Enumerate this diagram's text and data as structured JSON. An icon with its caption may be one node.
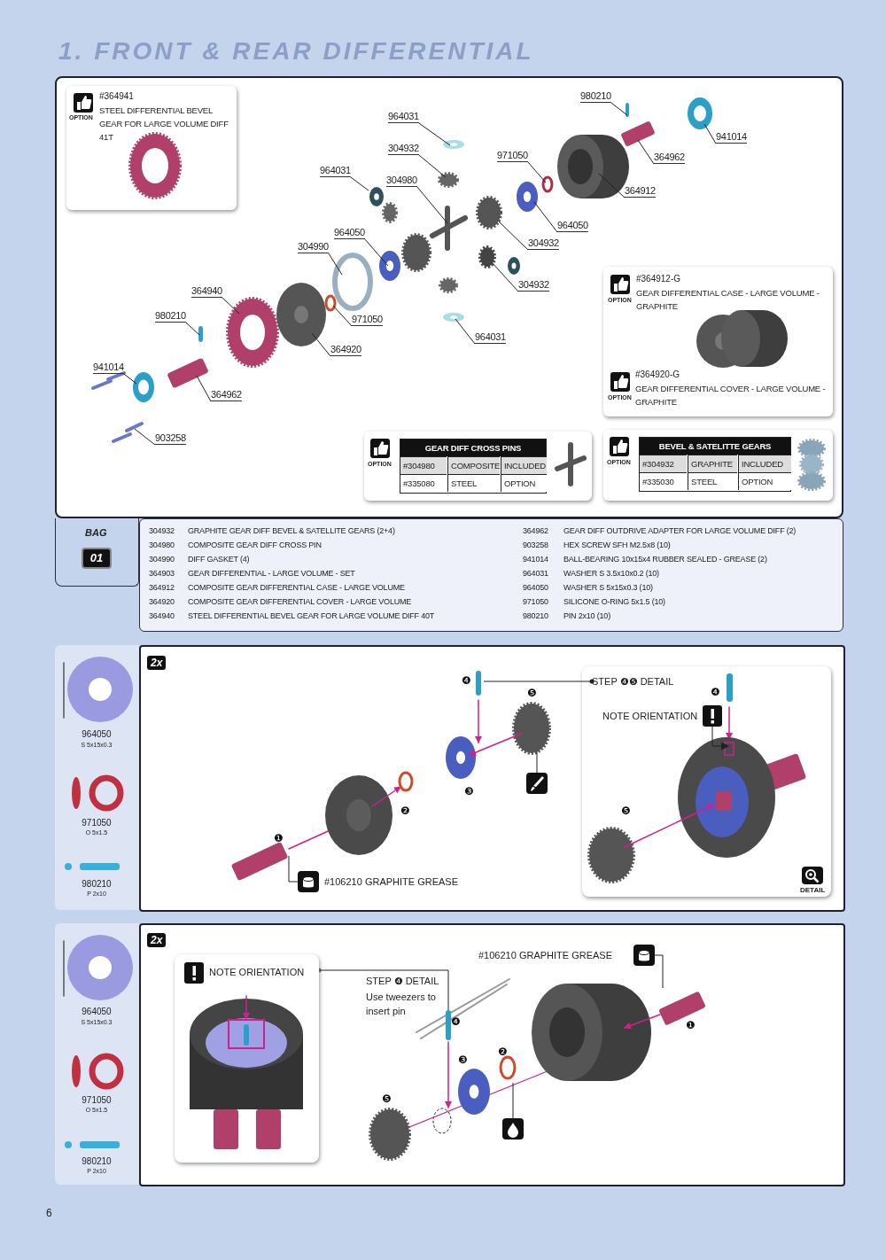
{
  "diagram": {
    "title": "1. FRONT & REAR DIFFERENTIAL",
    "nodes": [
      {
        "text": [
          "OPTION",
          "#364941",
          "STEEL DIFFERENTIAL BEVEL GEAR FOR LARGE VOLUME DIFF 41T"
        ]
      },
      {
        "text": [
          "OPTION",
          "#364912-G",
          "GEAR DIFFERENTIAL CASE - LARGE VOLUME - GRAPHITE",
          "OPTION",
          "#364920-G",
          "GEAR DIFFERENTIAL COVER - LARGE VOLUME - GRAPHITE"
        ]
      },
      {
        "text": [
          "OPTION",
          "GEAR DIFF CROSS PINS",
          "#304980",
          "COMPOSITE",
          "INCLUDED",
          "#335080",
          "STEEL",
          "OPTION"
        ]
      },
      {
        "text": [
          "OPTION",
          "BEVEL & SATELITTE GEARS",
          "#304932",
          "GRAPHITE",
          "INCLUDED",
          "#335030",
          "STEEL",
          "OPTION"
        ]
      },
      {
        "text": [
          "980210"
        ]
      },
      {
        "text": [
          "941014"
        ]
      },
      {
        "text": [
          "964031"
        ]
      },
      {
        "text": [
          "304932"
        ]
      },
      {
        "text": [
          "971050"
        ]
      },
      {
        "text": [
          "364962"
        ]
      },
      {
        "text": [
          "364912"
        ]
      },
      {
        "text": [
          "964031"
        ]
      },
      {
        "text": [
          "304980"
        ]
      },
      {
        "text": [
          "964050"
        ]
      },
      {
        "text": [
          "304932"
        ]
      },
      {
        "text": [
          "964050"
        ]
      },
      {
        "text": [
          "304990"
        ]
      },
      {
        "text": [
          "304932"
        ]
      },
      {
        "text": [
          "364940"
        ]
      },
      {
        "text": [
          "971050"
        ]
      },
      {
        "text": [
          "964031"
        ]
      },
      {
        "text": [
          "980210"
        ]
      },
      {
        "text": [
          "364920"
        ]
      },
      {
        "text": [
          "941014"
        ]
      },
      {
        "text": [
          "364962"
        ]
      },
      {
        "text": [
          "903258"
        ]
      },
      {
        "text": [
          "BAG",
          "01"
        ]
      },
      {
        "text": [
          "STEP ❹❺ DETAIL"
        ]
      },
      {
        "text": [
          "NOTE ORIENTATION"
        ]
      },
      {
        "text": [
          "#106210 GRAPHITE GREASE"
        ]
      },
      {
        "text": [],
        "shape": "picture"
      },
      {
        "text": [
          "NOTE ORIENTATION"
        ]
      },
      {
        "text": [
          "#106210 GRAPHITE GREASE"
        ]
      },
      {
        "text": [],
        "shape": "picture"
      },
      {
        "text": [],
        "shape": "picture"
      },
      {
        "text": [],
        "shape": "bar"
      },
      {
        "text": [],
        "shape": "box"
      }
    ],
    "edges": [
      {
        "from": 4,
        "to": null,
        "arrow": "none"
      },
      {
        "from": 5,
        "to": null,
        "arrow": "none"
      },
      {
        "from": 6,
        "to": null,
        "arrow": "none"
      },
      {
        "from": 7,
        "to": null,
        "arrow": "none"
      },
      {
        "from": 8,
        "to": null,
        "arrow": "none"
      },
      {
        "from": 9,
        "to": null,
        "arrow": "none"
      },
      {
        "from": 10,
        "to": null,
        "arrow": "none"
      },
      {
        "from": 11,
        "to": 34,
        "arrow": "none"
      },
      {
        "from": 12,
        "to": null,
        "arrow": "none"
      },
      {
        "from": 13,
        "to": null,
        "arrow": "none"
      },
      {
        "from": 14,
        "to": null,
        "arrow": "none"
      },
      {
        "from": 15,
        "to": null,
        "arrow": "none"
      },
      {
        "from": 16,
        "to": null,
        "arrow": "none"
      },
      {
        "from": 17,
        "to": null,
        "arrow": "none"
      },
      {
        "from": 18,
        "to": null,
        "arrow": "none"
      },
      {
        "from": 19,
        "to": null,
        "arrow": "none"
      },
      {
        "from": 20,
        "to": null,
        "arrow": "none"
      },
      {
        "from": 21,
        "to": null,
        "arrow": "none"
      },
      {
        "from": 22,
        "to": null,
        "arrow": "none"
      },
      {
        "from": 23,
        "to": null,
        "arrow": "none"
      },
      {
        "from": 24,
        "to": null,
        "arrow": "none"
      },
      {
        "from": 25,
        "to": null,
        "arrow": "none"
      },
      {
        "from": 27,
        "to": null,
        "arrow": "other"
      },
      {
        "from": 28,
        "to": null,
        "arrow": "to"
      },
      {
        "from": 29,
        "to": null,
        "arrow": "none"
      },
      {
        "from": 30,
        "to": null,
        "arrow": "none"
      },
      {
        "from": 31,
        "to": 35,
        "arrow": "other"
      },
      {
        "from": 32,
        "to": 36,
        "arrow": "none"
      },
      {
        "from": 33,
        "to": null,
        "arrow": "none"
      }
    ],
    "labels": [
      "304932",
      "GRAPHITE GEAR DIFF BEVEL & SATELLITE GEARS (2+4)",
      "364962",
      "GEAR DIFF OUTDRIVE ADAPTER FOR LARGE VOLUME DIFF (2)",
      "304980",
      "COMPOSITE GEAR DIFF CROSS PIN",
      "903258",
      "HEX SCREW SFH M2.5x8 (10)",
      "304990",
      "DIFF GASKET (4)",
      "941014",
      "BALL-BEARING 10x15x4 RUBBER SEALED - GREASE (2)",
      "364903",
      "GEAR DIFFERENTIAL - LARGE VOLUME - SET",
      "964031",
      "WASHER S 3.5x10x0.2 (10)",
      "364912",
      "COMPOSITE GEAR DIFFERENTIAL CASE - LARGE VOLUME",
      "964050",
      "WASHER S 5x15x0.3 (10)",
      "364920",
      "COMPOSITE GEAR DIFFERENTIAL COVER - LARGE VOLUME",
      "971050",
      "SILICONE O-RING 5x1.5 (10)",
      "364940",
      "STEEL DIFFERENTIAL BEVEL GEAR FOR LARGE VOLUME DIFF 40T",
      "980210",
      "PIN 2x10 (10)",
      "964050",
      "S 5x15x0.3",
      "971050",
      "O 5x1.5",
      "980210",
      "P 2x10",
      "2x",
      "❹",
      "❺",
      "❹",
      "❸",
      "❷",
      "❺",
      "❶",
      "DETAIL",
      "964050",
      "S 5x15x0.3",
      "971050",
      "O 5x1.5",
      "980210",
      "P 2x10",
      "2x",
      "STEP ❹ DETAIL",
      "Use tweezers to insert pin",
      "❶",
      "❹",
      "❷",
      "❸",
      "❺",
      "6"
    ]
  }
}
